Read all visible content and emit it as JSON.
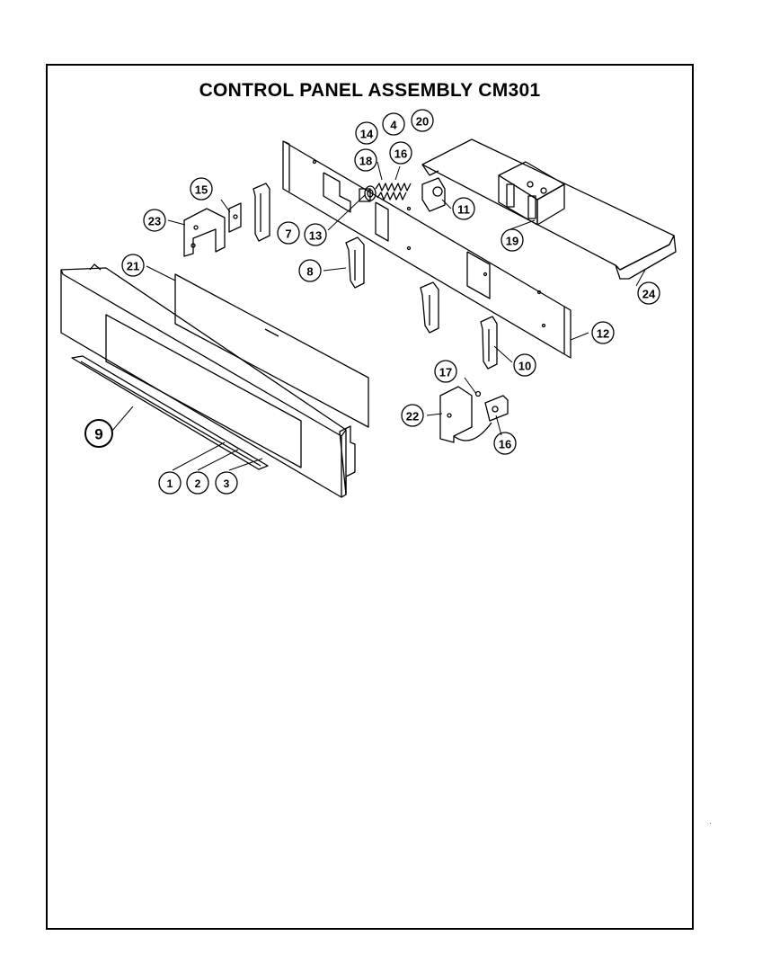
{
  "title": "CONTROL PANEL ASSEMBLY CM301",
  "callouts": {
    "c1": "1",
    "c2": "2",
    "c3": "3",
    "c4": "4",
    "c7": "7",
    "c8": "8",
    "c9": "9",
    "c10": "10",
    "c11": "11",
    "c12": "12",
    "c13": "13",
    "c14": "14",
    "c15": "15",
    "c16a": "16",
    "c16b": "16",
    "c17": "17",
    "c18": "18",
    "c19": "19",
    "c20": "20",
    "c21": "21",
    "c22": "22",
    "c23": "23",
    "c24": "24"
  }
}
